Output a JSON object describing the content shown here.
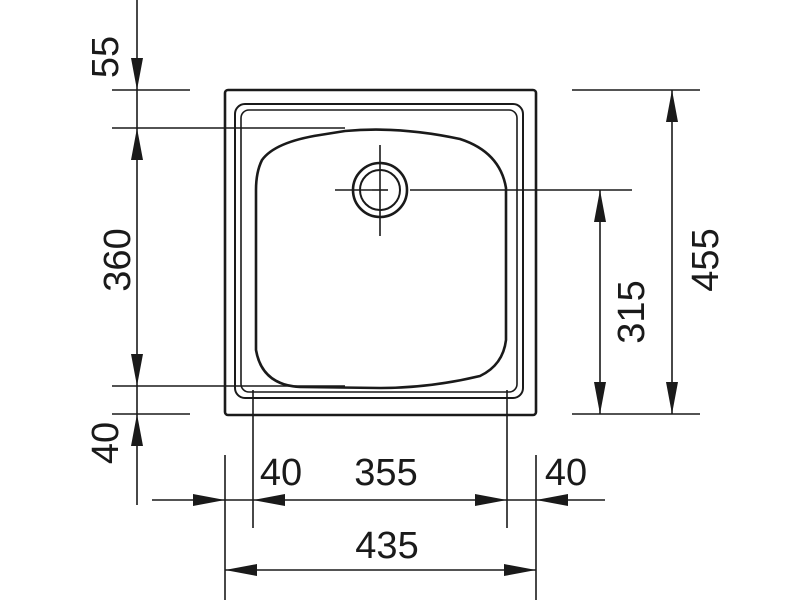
{
  "dimensions": {
    "top_offset": "55",
    "bowl_depth": "360",
    "bottom_offset": "40",
    "left_offset": "40",
    "bowl_width": "355",
    "right_offset": "40",
    "total_width": "435",
    "drain_offset": "315",
    "total_depth": "455"
  },
  "colors": {
    "line": "#1a1a1a",
    "background": "#ffffff"
  }
}
